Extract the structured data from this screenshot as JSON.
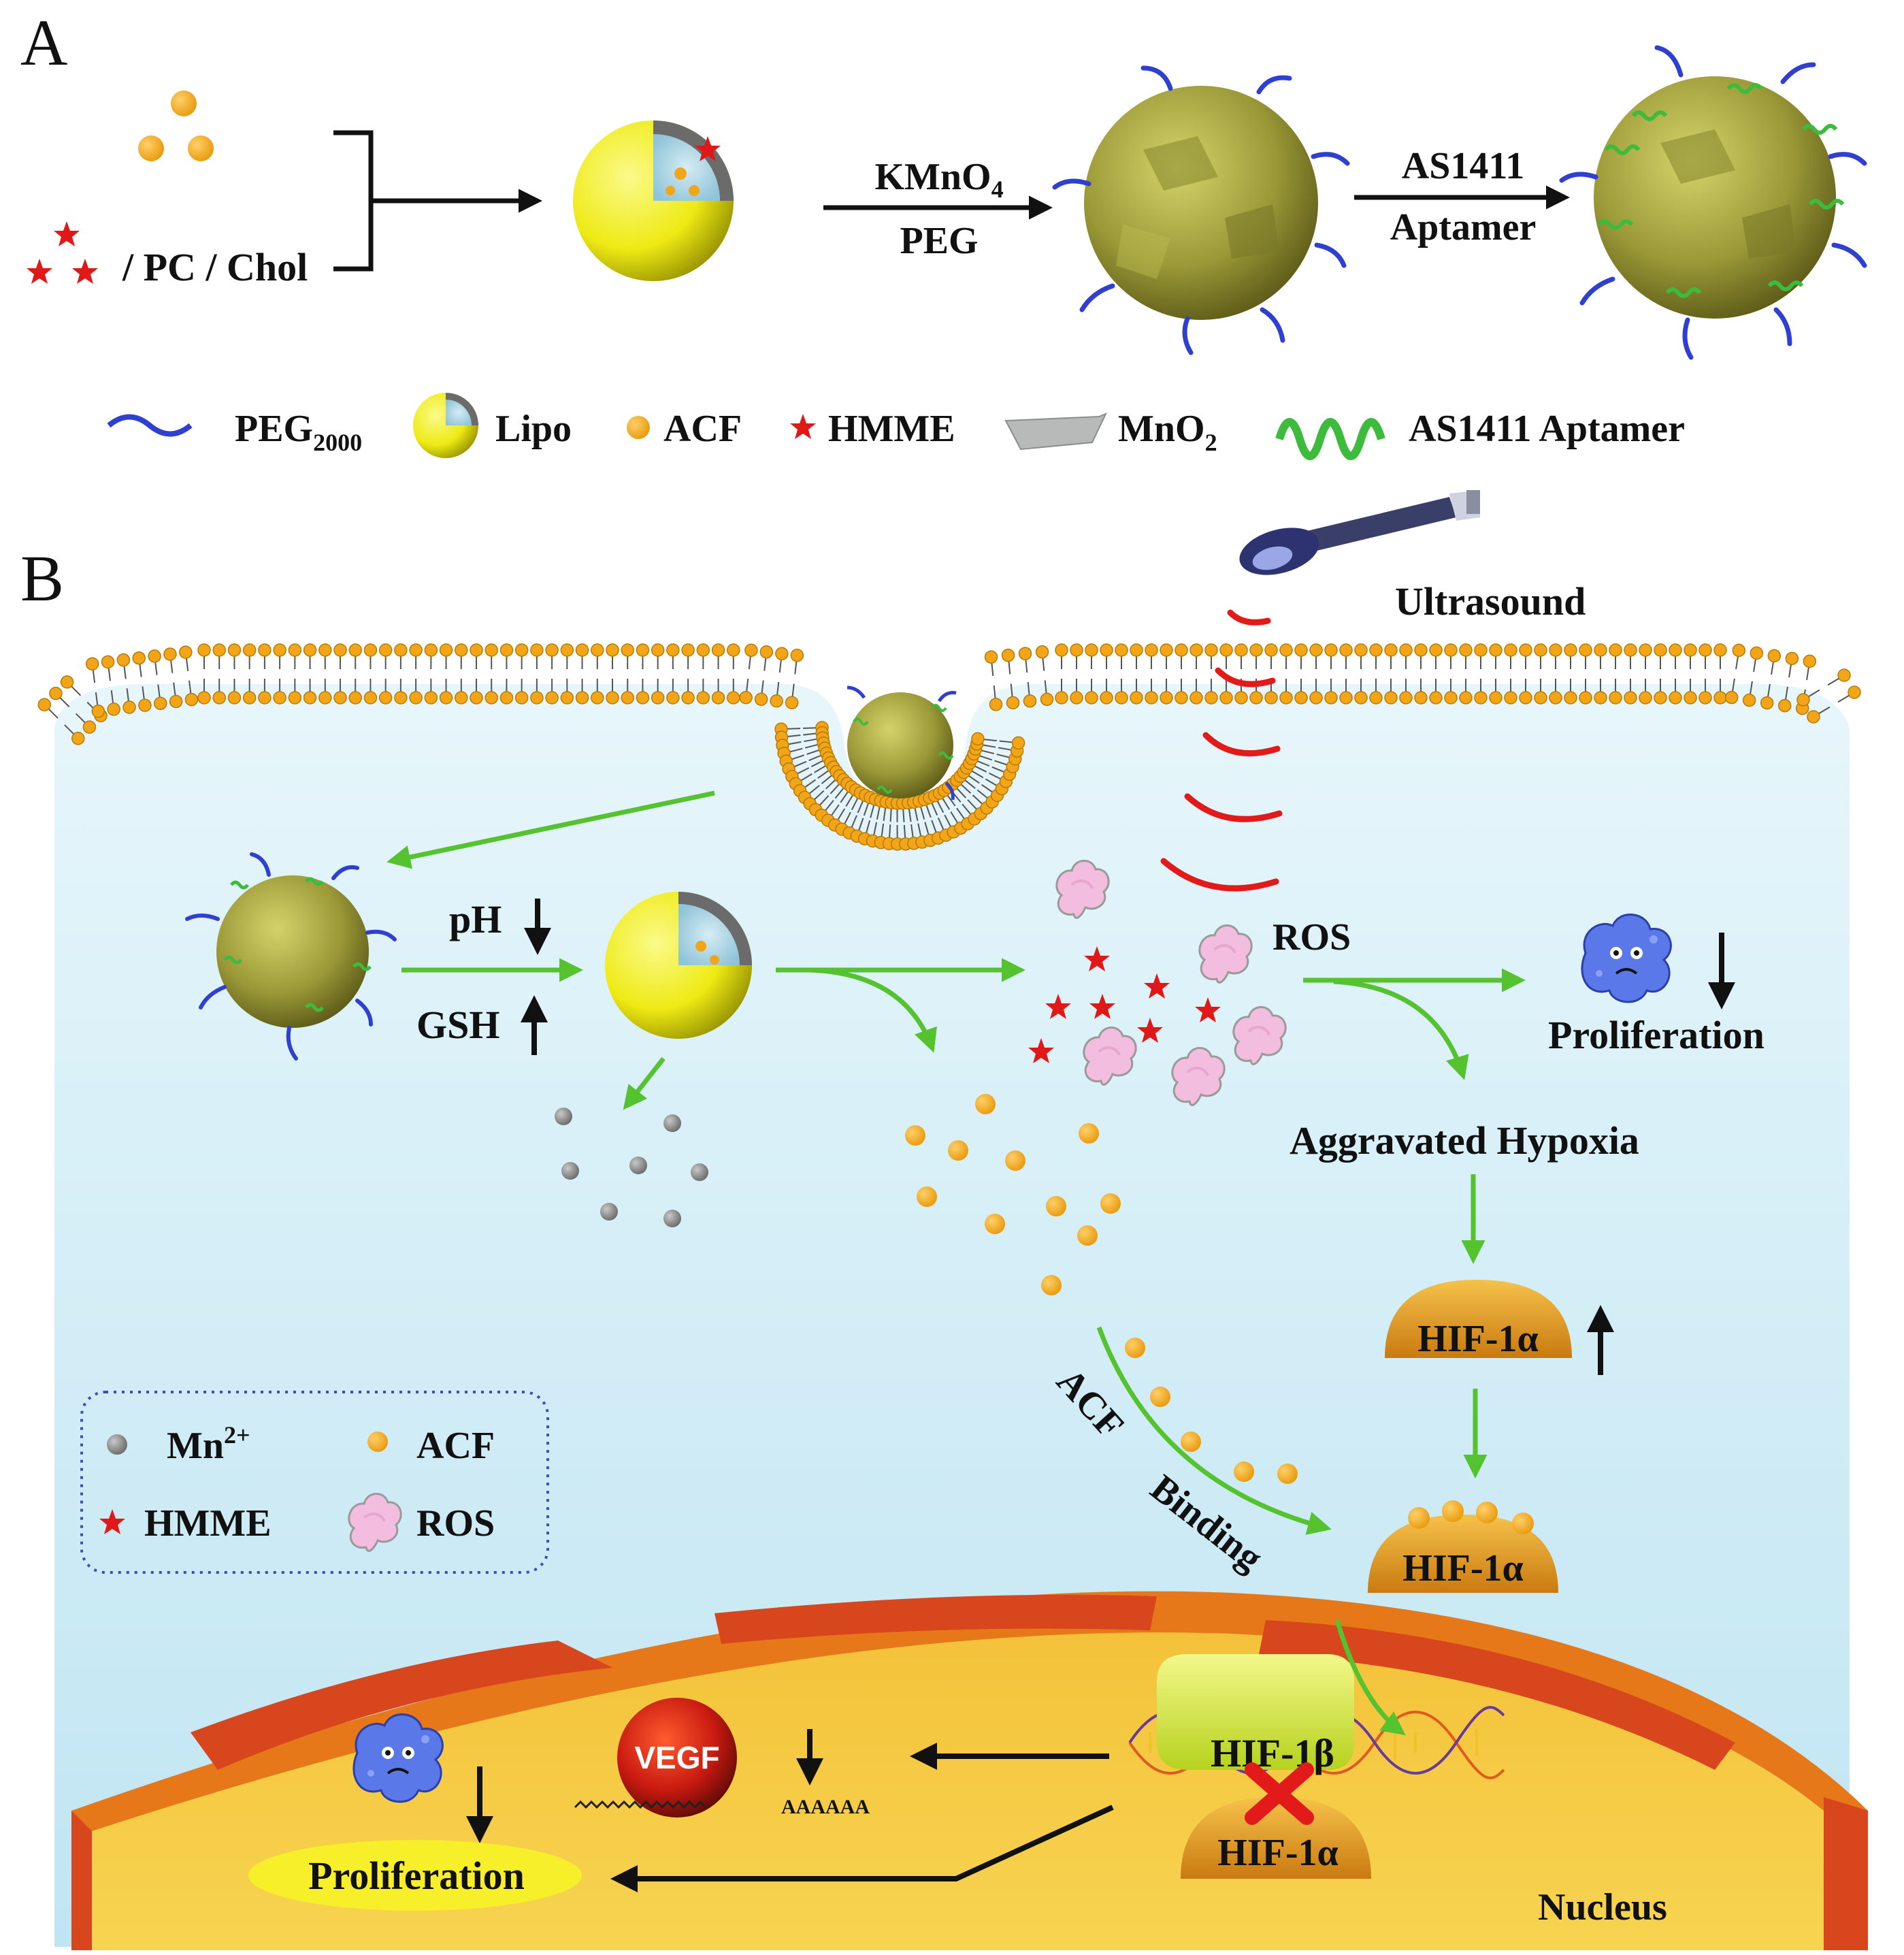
{
  "panels": {
    "a": "A",
    "b": "B"
  },
  "scheme_a": {
    "components": "/ PC / Chol",
    "step1_top": "KMnO",
    "step1_top_sub": "4",
    "step1_bottom": "PEG",
    "step2_top": "AS1411",
    "step2_bottom": "Aptamer"
  },
  "legend_top": {
    "peg": "PEG",
    "peg_sub": "2000",
    "lipo": "Lipo",
    "acf": "ACF",
    "hmme": "HMME",
    "mno2": "MnO",
    "mno2_sub": "2",
    "aptamer": "AS1411 Aptamer"
  },
  "panel_b": {
    "ultrasound": "Ultrasound",
    "ph": "pH",
    "gsh": "GSH",
    "ros": "ROS",
    "proliferation_top": "Proliferation",
    "hypoxia": "Aggravated Hypoxia",
    "hif1a_upper": "HIF-1α",
    "hif1a_bound": "HIF-1α",
    "acf_binding_1": "ACF",
    "acf_binding_2": "Binding",
    "hif1b": "HIF-1β",
    "hif1a_dna": "HIF-1α",
    "vegf": "VEGF",
    "polya": "AAAAAA",
    "proliferation_bottom": "Proliferation",
    "nucleus": "Nucleus"
  },
  "legend_box": {
    "mn": "Mn",
    "mn_sup": "2+",
    "acf": "ACF",
    "hmme": "HMME",
    "ros": "ROS"
  },
  "colors": {
    "sphere_yellow": "#f3ef1e",
    "mno2_olive": "#9a9a3a",
    "peg_blue": "#2f3fd0",
    "aptamer_green": "#3dbb3d",
    "acf_orange": "#f2a516",
    "hmme_red": "#e01818",
    "arrow_green": "#55c22f",
    "cell_blue": "#cdeaf4",
    "nucleus_orange": "#e07a18",
    "hif_orange": "#e8a020",
    "ros_pink": "#f3bde0"
  }
}
